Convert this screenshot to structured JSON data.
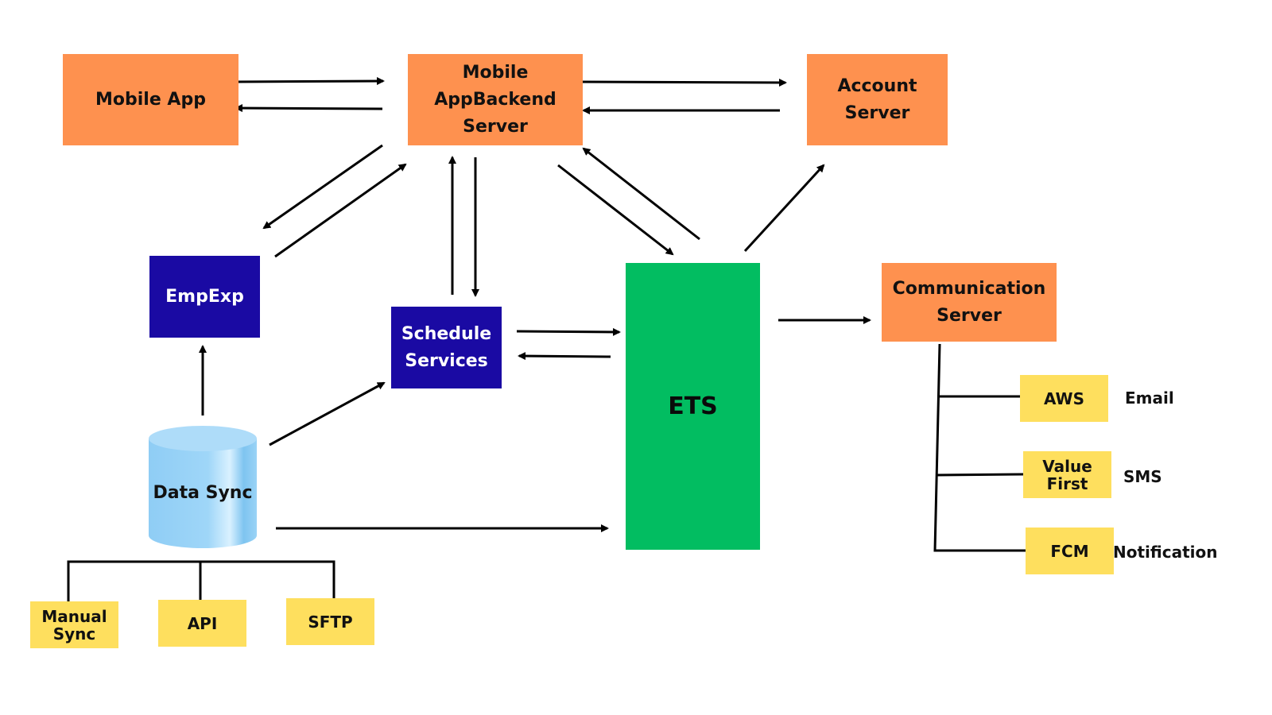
{
  "colors": {
    "server_orange": "#fe914f",
    "service_blue": "#1a0aa3",
    "ets_green": "#02bd61",
    "provider_yellow": "#fedf5e",
    "database_blue": "#8fcdf5",
    "line": "#000000"
  },
  "nodes": {
    "mobile_app": "Mobile App",
    "mobile_backend": "Mobile\nAppBackend\nServer",
    "account_server": "Account\nServer",
    "empexp": "EmpExp",
    "schedule_services": "Schedule\nServices",
    "ets": "ETS",
    "communication_server": "Communication\nServer",
    "data_sync": "Data Sync",
    "manual_sync": "Manual\nSync",
    "api": "API",
    "sftp": "SFTP",
    "aws": "AWS",
    "value_first": "Value\nFirst",
    "fcm": "FCM"
  },
  "channel_labels": {
    "email": "Email",
    "sms": "SMS",
    "notification": "Notification"
  },
  "edges": [
    {
      "from": "Mobile App",
      "to": "Mobile AppBackend Server"
    },
    {
      "from": "Mobile AppBackend Server",
      "to": "Mobile App"
    },
    {
      "from": "Mobile AppBackend Server",
      "to": "Account Server"
    },
    {
      "from": "Account Server",
      "to": "Mobile AppBackend Server"
    },
    {
      "from": "Mobile AppBackend Server",
      "to": "EmpExp"
    },
    {
      "from": "EmpExp",
      "to": "Mobile AppBackend Server"
    },
    {
      "from": "Schedule Services",
      "to": "Mobile AppBackend Server"
    },
    {
      "from": "Mobile AppBackend Server",
      "to": "Schedule Services"
    },
    {
      "from": "Mobile AppBackend Server",
      "to": "ETS"
    },
    {
      "from": "ETS",
      "to": "Mobile AppBackend Server"
    },
    {
      "from": "ETS",
      "to": "Account Server"
    },
    {
      "from": "Schedule Services",
      "to": "ETS"
    },
    {
      "from": "ETS",
      "to": "Schedule Services"
    },
    {
      "from": "ETS",
      "to": "Communication Server"
    },
    {
      "from": "Data Sync",
      "to": "EmpExp"
    },
    {
      "from": "Data Sync",
      "to": "Schedule Services"
    },
    {
      "from": "Data Sync",
      "to": "ETS"
    },
    {
      "from": "Communication Server",
      "to": "AWS"
    },
    {
      "from": "Communication Server",
      "to": "Value First"
    },
    {
      "from": "Communication Server",
      "to": "FCM"
    },
    {
      "from": "Data Sync",
      "to": "Manual Sync"
    },
    {
      "from": "Data Sync",
      "to": "API"
    },
    {
      "from": "Data Sync",
      "to": "SFTP"
    }
  ]
}
